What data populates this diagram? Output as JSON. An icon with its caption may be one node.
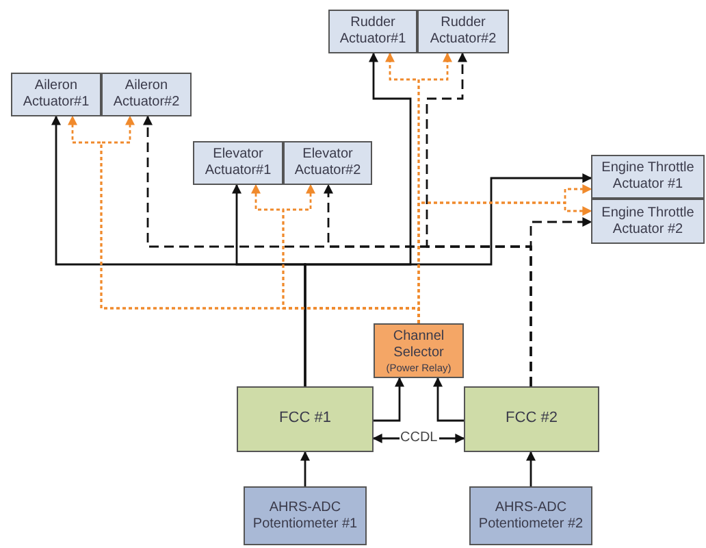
{
  "diagram": {
    "nodes": [
      {
        "text": [
          "Aileron Actuator#1"
        ]
      },
      {
        "text": [
          "Aileron Actuator#2"
        ]
      },
      {
        "text": [
          "Rudder Actuator#1"
        ]
      },
      {
        "text": [
          "Rudder Actuator#2"
        ]
      },
      {
        "text": [
          "Elevator Actuator#1"
        ]
      },
      {
        "text": [
          "Elevator Actuator#2"
        ]
      },
      {
        "text": [
          "Engine Throttle Actuator #1"
        ]
      },
      {
        "text": [
          "Engine Throttle Actuator #2"
        ]
      },
      {
        "text": [
          "Channel Selector",
          "(Power Relay)"
        ]
      },
      {
        "text": [
          "FCC #1"
        ]
      },
      {
        "text": [
          "FCC #2"
        ]
      },
      {
        "text": [
          "AHRS-ADC Potentiometer #1"
        ]
      },
      {
        "text": [
          "AHRS-ADC Potentiometer #2"
        ]
      }
    ],
    "edges": [
      {
        "from": 9,
        "to": 0,
        "arrow": "to"
      },
      {
        "from": 9,
        "to": 4,
        "arrow": "to"
      },
      {
        "from": 9,
        "to": 2,
        "arrow": "to"
      },
      {
        "from": 9,
        "to": 6,
        "arrow": "to"
      },
      {
        "from": 10,
        "to": 1,
        "arrow": "to",
        "style": "dashed"
      },
      {
        "from": 10,
        "to": 5,
        "arrow": "to",
        "style": "dashed"
      },
      {
        "from": 10,
        "to": 3,
        "arrow": "to",
        "style": "dashed"
      },
      {
        "from": 10,
        "to": 7,
        "arrow": "to",
        "style": "dashed"
      },
      {
        "from": 8,
        "to": 0,
        "arrow": "to",
        "style": "dashed",
        "color": "#f08a2c"
      },
      {
        "from": 8,
        "to": 1,
        "arrow": "to",
        "style": "dashed",
        "color": "#f08a2c"
      },
      {
        "from": 8,
        "to": 4,
        "arrow": "to",
        "style": "dashed",
        "color": "#f08a2c"
      },
      {
        "from": 8,
        "to": 5,
        "arrow": "to",
        "style": "dashed",
        "color": "#f08a2c"
      },
      {
        "from": 8,
        "to": 2,
        "arrow": "to",
        "style": "dashed",
        "color": "#f08a2c"
      },
      {
        "from": 8,
        "to": 3,
        "arrow": "to",
        "style": "dashed",
        "color": "#f08a2c"
      },
      {
        "from": 8,
        "to": 6,
        "arrow": "to",
        "style": "dashed",
        "color": "#f08a2c"
      },
      {
        "from": 8,
        "to": 7,
        "arrow": "to",
        "style": "dashed",
        "color": "#f08a2c"
      },
      {
        "from": 9,
        "to": 8,
        "arrow": "to"
      },
      {
        "from": 10,
        "to": 8,
        "arrow": "to"
      },
      {
        "from": 9,
        "to": 10,
        "arrow": "both",
        "label": "CCDL"
      },
      {
        "from": 11,
        "to": 9,
        "arrow": "to"
      },
      {
        "from": 12,
        "to": 10,
        "arrow": "to"
      }
    ]
  }
}
